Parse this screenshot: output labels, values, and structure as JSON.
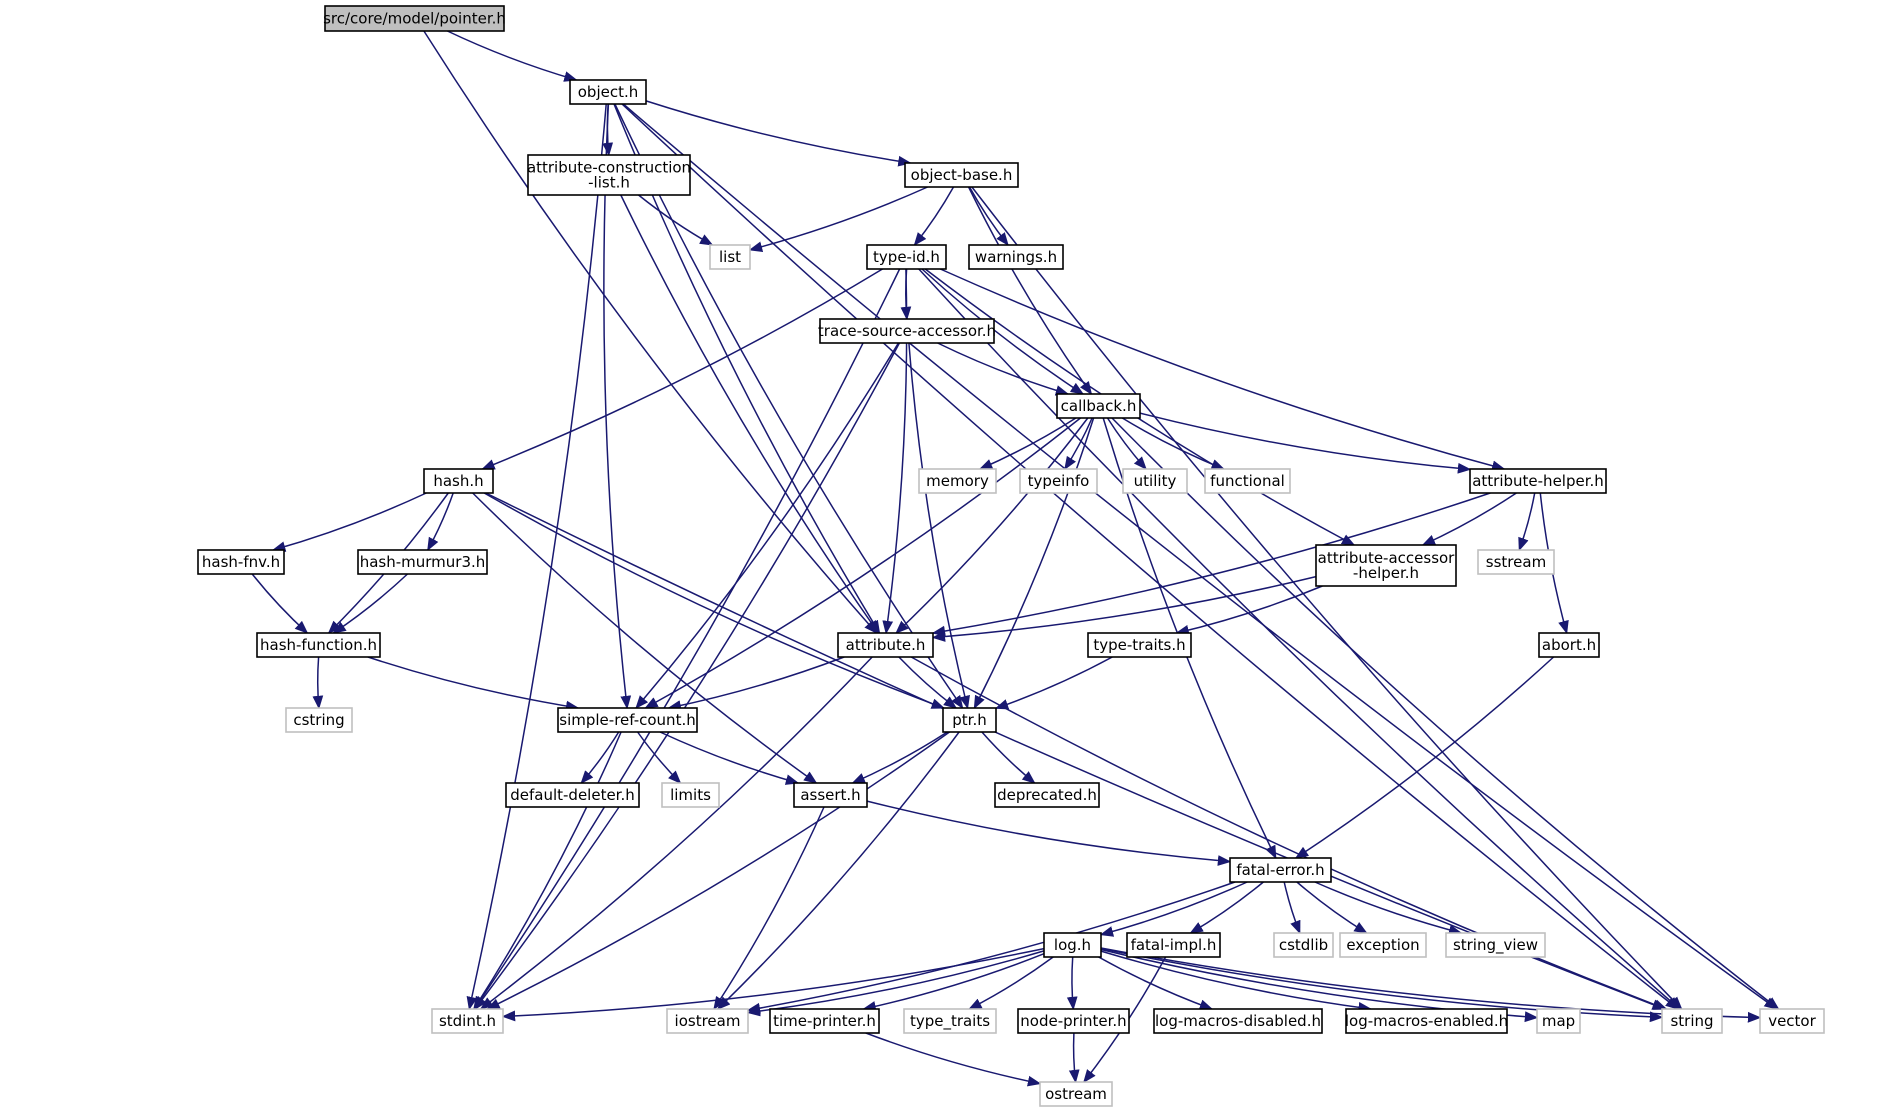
{
  "diagram": {
    "title": "",
    "edge_color": "#191970",
    "root_fill": "#bfbfbf",
    "system_header_border": "#bfbfbf",
    "nodes": [
      {
        "id": "pointer",
        "lines": [
          "src/core/model/pointer.h"
        ],
        "kind": "root"
      },
      {
        "id": "object",
        "lines": [
          "object.h"
        ],
        "kind": "file"
      },
      {
        "id": "acl",
        "lines": [
          "attribute-construction",
          "-list.h"
        ],
        "kind": "file"
      },
      {
        "id": "objbase",
        "lines": [
          "object-base.h"
        ],
        "kind": "file"
      },
      {
        "id": "list",
        "lines": [
          "list"
        ],
        "kind": "system"
      },
      {
        "id": "typeid",
        "lines": [
          "type-id.h"
        ],
        "kind": "file"
      },
      {
        "id": "warnings",
        "lines": [
          "warnings.h"
        ],
        "kind": "file"
      },
      {
        "id": "tsa",
        "lines": [
          "trace-source-accessor.h"
        ],
        "kind": "file"
      },
      {
        "id": "callback",
        "lines": [
          "callback.h"
        ],
        "kind": "file"
      },
      {
        "id": "hash",
        "lines": [
          "hash.h"
        ],
        "kind": "file"
      },
      {
        "id": "memory",
        "lines": [
          "memory"
        ],
        "kind": "system"
      },
      {
        "id": "typeinfo",
        "lines": [
          "typeinfo"
        ],
        "kind": "system"
      },
      {
        "id": "utility",
        "lines": [
          "utility"
        ],
        "kind": "system"
      },
      {
        "id": "functional",
        "lines": [
          "functional"
        ],
        "kind": "system"
      },
      {
        "id": "ahelper",
        "lines": [
          "attribute-helper.h"
        ],
        "kind": "file"
      },
      {
        "id": "hashfnv",
        "lines": [
          "hash-fnv.h"
        ],
        "kind": "file"
      },
      {
        "id": "hashmm3",
        "lines": [
          "hash-murmur3.h"
        ],
        "kind": "file"
      },
      {
        "id": "aah",
        "lines": [
          "attribute-accessor",
          "-helper.h"
        ],
        "kind": "file"
      },
      {
        "id": "sstream",
        "lines": [
          "sstream"
        ],
        "kind": "system"
      },
      {
        "id": "hashfunc",
        "lines": [
          "hash-function.h"
        ],
        "kind": "file"
      },
      {
        "id": "attribute",
        "lines": [
          "attribute.h"
        ],
        "kind": "file"
      },
      {
        "id": "typetraitsh",
        "lines": [
          "type-traits.h"
        ],
        "kind": "file"
      },
      {
        "id": "abort",
        "lines": [
          "abort.h"
        ],
        "kind": "file"
      },
      {
        "id": "cstring",
        "lines": [
          "cstring"
        ],
        "kind": "system"
      },
      {
        "id": "src",
        "lines": [
          "simple-ref-count.h"
        ],
        "kind": "file"
      },
      {
        "id": "ptr",
        "lines": [
          "ptr.h"
        ],
        "kind": "file"
      },
      {
        "id": "defdel",
        "lines": [
          "default-deleter.h"
        ],
        "kind": "file"
      },
      {
        "id": "limits",
        "lines": [
          "limits"
        ],
        "kind": "system"
      },
      {
        "id": "assert",
        "lines": [
          "assert.h"
        ],
        "kind": "file"
      },
      {
        "id": "deprecated",
        "lines": [
          "deprecated.h"
        ],
        "kind": "file"
      },
      {
        "id": "fatalerror",
        "lines": [
          "fatal-error.h"
        ],
        "kind": "file"
      },
      {
        "id": "log",
        "lines": [
          "log.h"
        ],
        "kind": "file"
      },
      {
        "id": "fatalimpl",
        "lines": [
          "fatal-impl.h"
        ],
        "kind": "file"
      },
      {
        "id": "cstdlib",
        "lines": [
          "cstdlib"
        ],
        "kind": "system"
      },
      {
        "id": "exception",
        "lines": [
          "exception"
        ],
        "kind": "system"
      },
      {
        "id": "stringview",
        "lines": [
          "string_view"
        ],
        "kind": "system"
      },
      {
        "id": "stdint",
        "lines": [
          "stdint.h"
        ],
        "kind": "system"
      },
      {
        "id": "iostream",
        "lines": [
          "iostream"
        ],
        "kind": "system"
      },
      {
        "id": "timeprinter",
        "lines": [
          "time-printer.h"
        ],
        "kind": "file"
      },
      {
        "id": "type_traits",
        "lines": [
          "type_traits"
        ],
        "kind": "system"
      },
      {
        "id": "nodeprinter",
        "lines": [
          "node-printer.h"
        ],
        "kind": "file"
      },
      {
        "id": "lmd",
        "lines": [
          "log-macros-disabled.h"
        ],
        "kind": "file"
      },
      {
        "id": "lme",
        "lines": [
          "log-macros-enabled.h"
        ],
        "kind": "file"
      },
      {
        "id": "map",
        "lines": [
          "map"
        ],
        "kind": "system"
      },
      {
        "id": "string",
        "lines": [
          "string"
        ],
        "kind": "system"
      },
      {
        "id": "vector",
        "lines": [
          "vector"
        ],
        "kind": "system"
      },
      {
        "id": "ostream",
        "lines": [
          "ostream"
        ],
        "kind": "system"
      }
    ],
    "edges": [
      [
        "pointer",
        "object"
      ],
      [
        "pointer",
        "attribute"
      ],
      [
        "object",
        "acl"
      ],
      [
        "object",
        "objbase"
      ],
      [
        "object",
        "attribute"
      ],
      [
        "object",
        "src"
      ],
      [
        "object",
        "ptr"
      ],
      [
        "object",
        "stdint"
      ],
      [
        "object",
        "string"
      ],
      [
        "object",
        "vector"
      ],
      [
        "acl",
        "list"
      ],
      [
        "acl",
        "attribute"
      ],
      [
        "objbase",
        "list"
      ],
      [
        "objbase",
        "typeid"
      ],
      [
        "objbase",
        "warnings"
      ],
      [
        "objbase",
        "callback"
      ],
      [
        "objbase",
        "string"
      ],
      [
        "typeid",
        "tsa"
      ],
      [
        "typeid",
        "callback"
      ],
      [
        "typeid",
        "hash"
      ],
      [
        "typeid",
        "ahelper"
      ],
      [
        "typeid",
        "aah"
      ],
      [
        "typeid",
        "attribute"
      ],
      [
        "typeid",
        "stdint"
      ],
      [
        "typeid",
        "string"
      ],
      [
        "tsa",
        "callback"
      ],
      [
        "tsa",
        "src"
      ],
      [
        "tsa",
        "ptr"
      ],
      [
        "tsa",
        "stdint"
      ],
      [
        "callback",
        "memory"
      ],
      [
        "callback",
        "typeinfo"
      ],
      [
        "callback",
        "utility"
      ],
      [
        "callback",
        "functional"
      ],
      [
        "callback",
        "ahelper"
      ],
      [
        "callback",
        "attribute"
      ],
      [
        "callback",
        "src"
      ],
      [
        "callback",
        "ptr"
      ],
      [
        "callback",
        "fatalerror"
      ],
      [
        "callback",
        "vector"
      ],
      [
        "hash",
        "hashfnv"
      ],
      [
        "hash",
        "hashmm3"
      ],
      [
        "hash",
        "hashfunc"
      ],
      [
        "hash",
        "ptr"
      ],
      [
        "hash",
        "assert"
      ],
      [
        "hash",
        "string"
      ],
      [
        "hashfnv",
        "hashfunc"
      ],
      [
        "hashmm3",
        "hashfunc"
      ],
      [
        "hashfunc",
        "cstring"
      ],
      [
        "hashfunc",
        "src"
      ],
      [
        "ahelper",
        "aah"
      ],
      [
        "ahelper",
        "sstream"
      ],
      [
        "ahelper",
        "abort"
      ],
      [
        "ahelper",
        "attribute"
      ],
      [
        "aah",
        "attribute"
      ],
      [
        "aah",
        "typetraitsh"
      ],
      [
        "typetraitsh",
        "ptr"
      ],
      [
        "abort",
        "fatalerror"
      ],
      [
        "attribute",
        "src"
      ],
      [
        "attribute",
        "ptr"
      ],
      [
        "attribute",
        "stdint"
      ],
      [
        "attribute",
        "string"
      ],
      [
        "src",
        "defdel"
      ],
      [
        "src",
        "limits"
      ],
      [
        "src",
        "assert"
      ],
      [
        "src",
        "stdint"
      ],
      [
        "ptr",
        "assert"
      ],
      [
        "ptr",
        "deprecated"
      ],
      [
        "ptr",
        "iostream"
      ],
      [
        "ptr",
        "stdint"
      ],
      [
        "assert",
        "fatalerror"
      ],
      [
        "assert",
        "iostream"
      ],
      [
        "fatalerror",
        "log"
      ],
      [
        "fatalerror",
        "fatalimpl"
      ],
      [
        "fatalerror",
        "cstdlib"
      ],
      [
        "fatalerror",
        "exception"
      ],
      [
        "fatalerror",
        "stringview"
      ],
      [
        "fatalerror",
        "iostream"
      ],
      [
        "fatalimpl",
        "ostream"
      ],
      [
        "log",
        "stdint"
      ],
      [
        "log",
        "iostream"
      ],
      [
        "log",
        "timeprinter"
      ],
      [
        "log",
        "type_traits"
      ],
      [
        "log",
        "nodeprinter"
      ],
      [
        "log",
        "lmd"
      ],
      [
        "log",
        "lme"
      ],
      [
        "log",
        "map"
      ],
      [
        "log",
        "string"
      ],
      [
        "log",
        "vector"
      ],
      [
        "timeprinter",
        "ostream"
      ],
      [
        "nodeprinter",
        "ostream"
      ]
    ]
  }
}
